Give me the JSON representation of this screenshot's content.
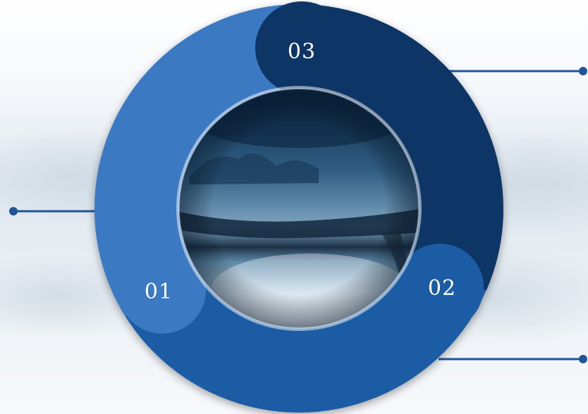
{
  "diagram": {
    "segments": [
      {
        "label": "01",
        "color": "#3a79c2"
      },
      {
        "label": "02",
        "color": "#1b5ba4"
      },
      {
        "label": "03",
        "color": "#0d3566"
      }
    ],
    "connector_color": "#1f5596",
    "sphere": {
      "sky_dark": "#0e2a47",
      "sky_mid": "#2f5d82",
      "ground_light": "#dfeaf3"
    }
  }
}
